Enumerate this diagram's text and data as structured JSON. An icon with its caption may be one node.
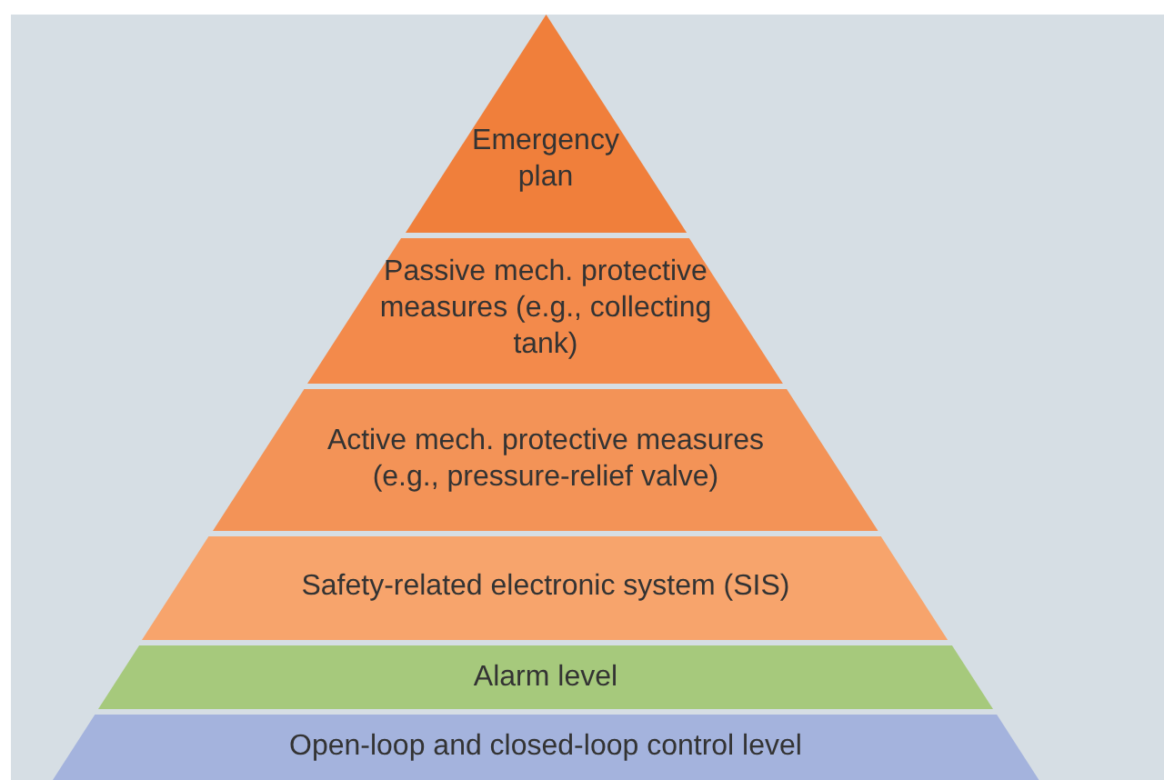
{
  "diagram": {
    "nodes": [
      {
        "text": [
          "Emergency plan"
        ]
      },
      {
        "text": [
          "Passive mech. protective measures (e.g., collecting tank)"
        ]
      },
      {
        "text": [
          "Active mech. protective measures (e.g., pressure-relief valve)"
        ]
      },
      {
        "text": [
          "Safety-related electronic system (SIS)"
        ]
      },
      {
        "text": [
          "Alarm level"
        ]
      },
      {
        "text": [
          "Open-loop and closed-loop control level"
        ]
      }
    ]
  }
}
